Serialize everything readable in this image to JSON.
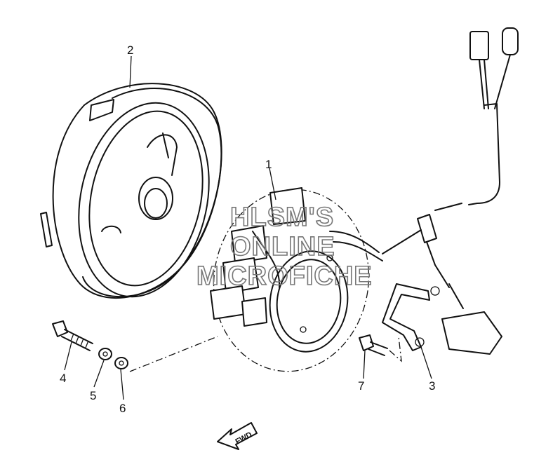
{
  "callouts": [
    {
      "id": "1",
      "label": "1"
    },
    {
      "id": "2",
      "label": "2"
    },
    {
      "id": "3",
      "label": "3"
    },
    {
      "id": "4",
      "label": "4"
    },
    {
      "id": "5",
      "label": "5"
    },
    {
      "id": "6",
      "label": "6"
    },
    {
      "id": "7",
      "label": "7"
    }
  ],
  "watermark": {
    "line1": "HLSM'S",
    "line2": "ONLINE",
    "line3": "MICROFICHE",
    "color": "#777777"
  },
  "direction_arrow": {
    "label": "FWD",
    "icon": "forward-arrow-icon"
  },
  "colors": {
    "line": "#111111",
    "background": "#ffffff"
  }
}
